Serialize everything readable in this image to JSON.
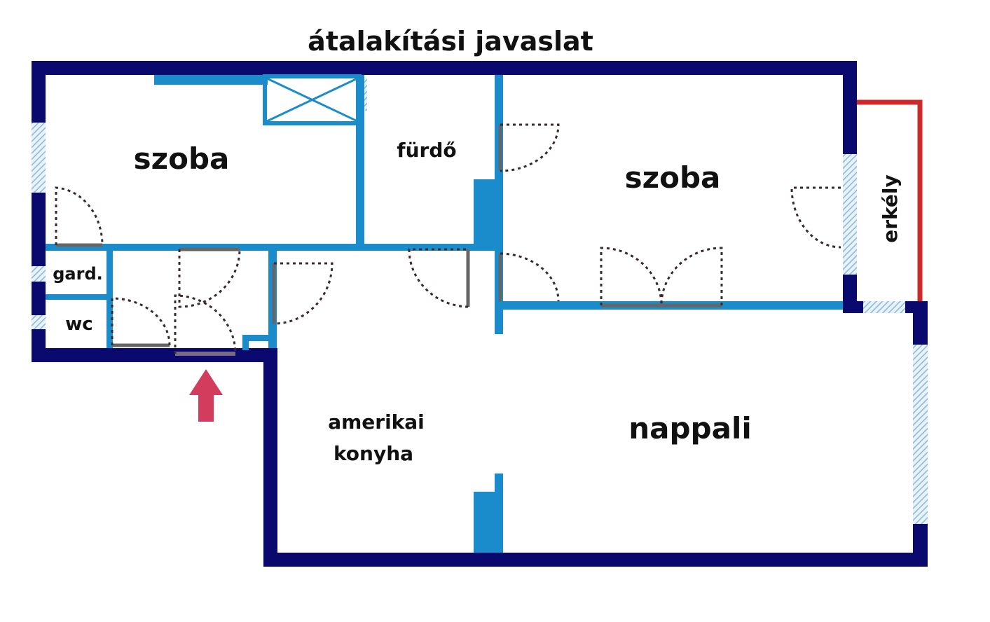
{
  "title": "átalakítási javaslat",
  "rooms": {
    "bedroom_left": "szoba",
    "bathroom": "fürdő",
    "bedroom_right": "szoba",
    "wardrobe": "gard.",
    "toilet": "wc",
    "kitchen_line1": "amerikai",
    "kitchen_line2": "konyha",
    "living": "nappali",
    "balcony": "erkély"
  },
  "colors": {
    "outer_wall": "#0a0a6e",
    "inner_wall": "#1a8ccc",
    "balcony_rail": "#cc2a2a",
    "entrance_arrow": "#d43c5e",
    "door_swing": "#3a2a2a",
    "window_hatch": "#8ab8d8"
  }
}
